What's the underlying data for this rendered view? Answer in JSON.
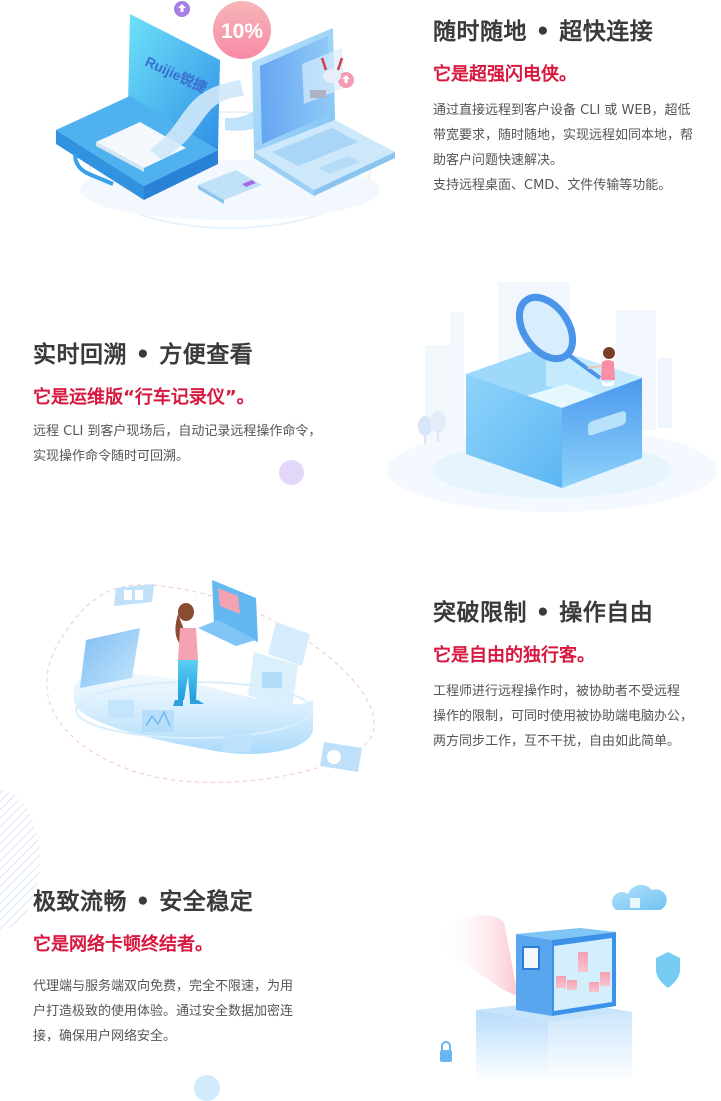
{
  "features": [
    {
      "title": "随时随地 • 超快连接",
      "subtitle": "它是超强闪电侠。",
      "description": [
        "通过直接远程到客户设备 CLI 或 WEB，超低",
        "带宽要求，随时随地，实现远程如同本地，帮",
        "助客户问题快速解决。",
        "支持远程桌面、CMD、文件传输等功能。"
      ],
      "illustration": {
        "name": "briefcase-laptop-illustration",
        "badge_text": "10%",
        "logo_text": "Ruijie锐捷"
      }
    },
    {
      "title": "实时回溯 • 方便查看",
      "subtitle": "它是运维版“行车记录仪”。",
      "description": [
        "远程 CLI 到客户现场后，自动记录远程操作命令，",
        "实现操作命令随时可回溯。"
      ],
      "illustration": {
        "name": "box-magnifier-illustration"
      }
    },
    {
      "title": "突破限制 • 操作自由",
      "subtitle": "它是自由的独行客。",
      "description": [
        "工程师进行远程操作时，被协助者不受远程",
        "操作的限制，可同时使用被协助端电脑办公，",
        "两方同步工作，互不干扰，自由如此简单。"
      ],
      "illustration": {
        "name": "woman-laptop-screens-illustration"
      }
    },
    {
      "title": "极致流畅 • 安全稳定",
      "subtitle": "它是网络卡顿终结者。",
      "description": [
        "代理端与服务端双向免费，完全不限速，为用",
        "户打造极致的使用体验。通过安全数据加密连",
        "接，确保用户网络安全。"
      ],
      "illustration": {
        "name": "server-cloud-shield-illustration"
      }
    }
  ],
  "colors": {
    "title": "#3a3a3a",
    "subtitle": "#d7193f",
    "body": "#555555",
    "accent_blue": "#4aa8f0",
    "accent_pink": "#f48aa6"
  }
}
